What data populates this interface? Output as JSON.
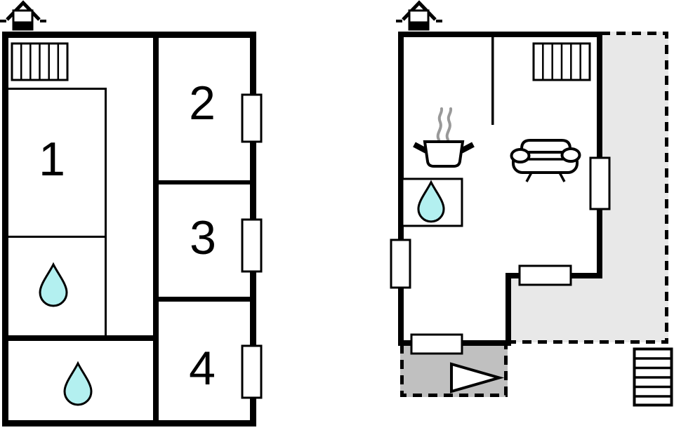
{
  "colors": {
    "wall": "#000000",
    "background": "#ffffff",
    "drop_fill": "#b3f0f0",
    "terrace_fill": "#e8e8e8",
    "porch_fill": "#c0c0c0",
    "steam": "#999999"
  },
  "left_plan": {
    "name": "ground-floor-plan",
    "rooms": [
      {
        "label": "1"
      },
      {
        "label": "2"
      },
      {
        "label": "3"
      },
      {
        "label": "4"
      }
    ],
    "features": [
      "chimney",
      "radiator",
      "water-drop",
      "water-drop",
      "window",
      "window",
      "window"
    ]
  },
  "right_plan": {
    "name": "upper-floor-plan",
    "features": [
      "chimney",
      "radiator",
      "stove",
      "sofa",
      "sink-water-drop",
      "window",
      "window",
      "window",
      "door",
      "terrace",
      "porch",
      "entrance-triangle",
      "stairs"
    ]
  }
}
